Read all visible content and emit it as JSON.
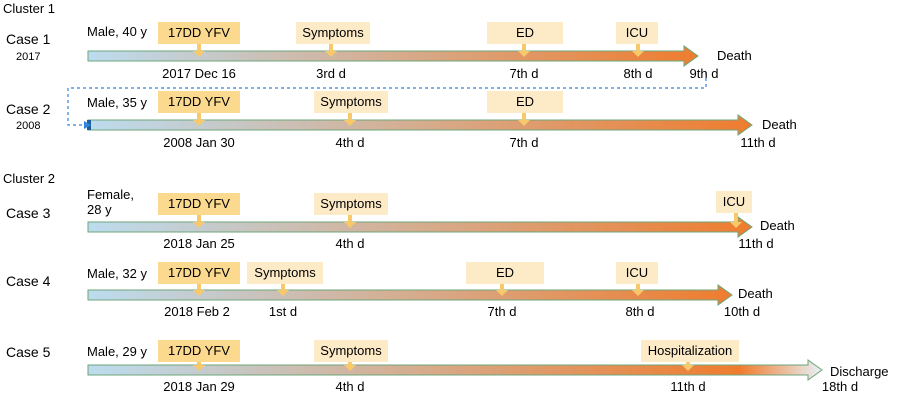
{
  "colors": {
    "vaccine_box": "#fbd98e",
    "event_box": "#fdebc8",
    "marker": "#f7c96a",
    "bar_start": "#bcdcef",
    "bar_end": "#ef7c2e",
    "bar_border": "#6ea67a",
    "discharge_end": "#e8f1f8",
    "link_line": "#2e86de"
  },
  "clusters": [
    {
      "label": "Cluster 1"
    },
    {
      "label": "Cluster 2"
    }
  ],
  "cases": [
    {
      "label": "Case 1",
      "year": "2017",
      "patient": "Male, 40 y",
      "vaccine": "17DD YFV",
      "vaccine_date": "2017 Dec 16",
      "events": [
        {
          "label": "Symptoms",
          "day": "3rd d"
        },
        {
          "label": "ED",
          "day": "7th d"
        },
        {
          "label": "ICU",
          "day": "8th d"
        }
      ],
      "last_day": "9th d",
      "outcome": "Death"
    },
    {
      "label": "Case 2",
      "year": "2008",
      "patient": "Male, 35 y",
      "vaccine": "17DD YFV",
      "vaccine_date": "2008 Jan 30",
      "events": [
        {
          "label": "Symptoms",
          "day": "4th d"
        },
        {
          "label": "ED",
          "day": "7th d"
        }
      ],
      "last_day": "11th d",
      "outcome": "Death"
    },
    {
      "label": "Case 3",
      "patient_line1": "Female,",
      "patient_line2": "28 y",
      "vaccine": "17DD YFV",
      "vaccine_date": "2018 Jan 25",
      "events": [
        {
          "label": "Symptoms",
          "day": "4th d"
        },
        {
          "label": "ICU",
          "day": "11th d"
        }
      ],
      "outcome": "Death"
    },
    {
      "label": "Case 4",
      "patient": "Male, 32 y",
      "vaccine": "17DD YFV",
      "vaccine_date": "2018 Feb 2",
      "events": [
        {
          "label": "Symptoms",
          "day": "1st d"
        },
        {
          "label": "ED",
          "day": "7th d"
        },
        {
          "label": "ICU",
          "day": "8th d"
        }
      ],
      "last_day": "10th d",
      "outcome": "Death"
    },
    {
      "label": "Case 5",
      "patient": "Male, 29 y",
      "vaccine": "17DD YFV",
      "vaccine_date": "2018 Jan 29",
      "events": [
        {
          "label": "Symptoms",
          "day": "4th d"
        },
        {
          "label": "Hospitalization",
          "day": "11th d"
        }
      ],
      "last_day": "18th d",
      "outcome": "Discharge"
    }
  ]
}
